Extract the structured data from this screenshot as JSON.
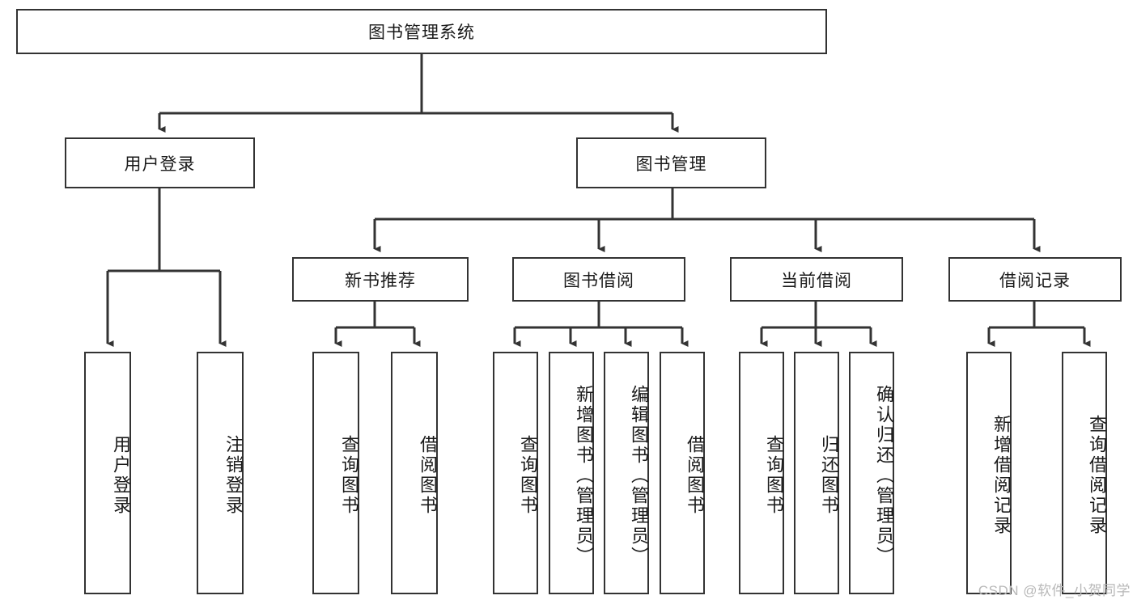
{
  "diagram": {
    "title": "图书管理系统",
    "watermark": "CSDN @软件_小贺同学",
    "line_color": "#333333",
    "box_fill": "#ffffff",
    "text_color": "#1a1a1a",
    "nodes": {
      "root": "图书管理系统",
      "user_login": "用户登录",
      "book_manage": "图书管理",
      "new_book_recommend": "新书推荐",
      "book_borrow": "图书借阅",
      "current_borrow": "当前借阅",
      "borrow_record": "借阅记录",
      "leaf_user_login": "用户登录",
      "leaf_logout_login": "注销登录",
      "leaf_query_book_1": "查询图书",
      "leaf_borrow_book_1": "借阅图书",
      "leaf_query_book_2": "查询图书",
      "leaf_add_book_admin": "新增图书（管理员）",
      "leaf_edit_book_admin": "编辑图书（管理员）",
      "leaf_borrow_book_2": "借阅图书",
      "leaf_query_book_3": "查询图书",
      "leaf_return_book": "归还图书",
      "leaf_confirm_return_admin": "确认归还（管理员）",
      "leaf_add_borrow_record": "新增借阅记录",
      "leaf_query_borrow_record": "查询借阅记录"
    }
  }
}
